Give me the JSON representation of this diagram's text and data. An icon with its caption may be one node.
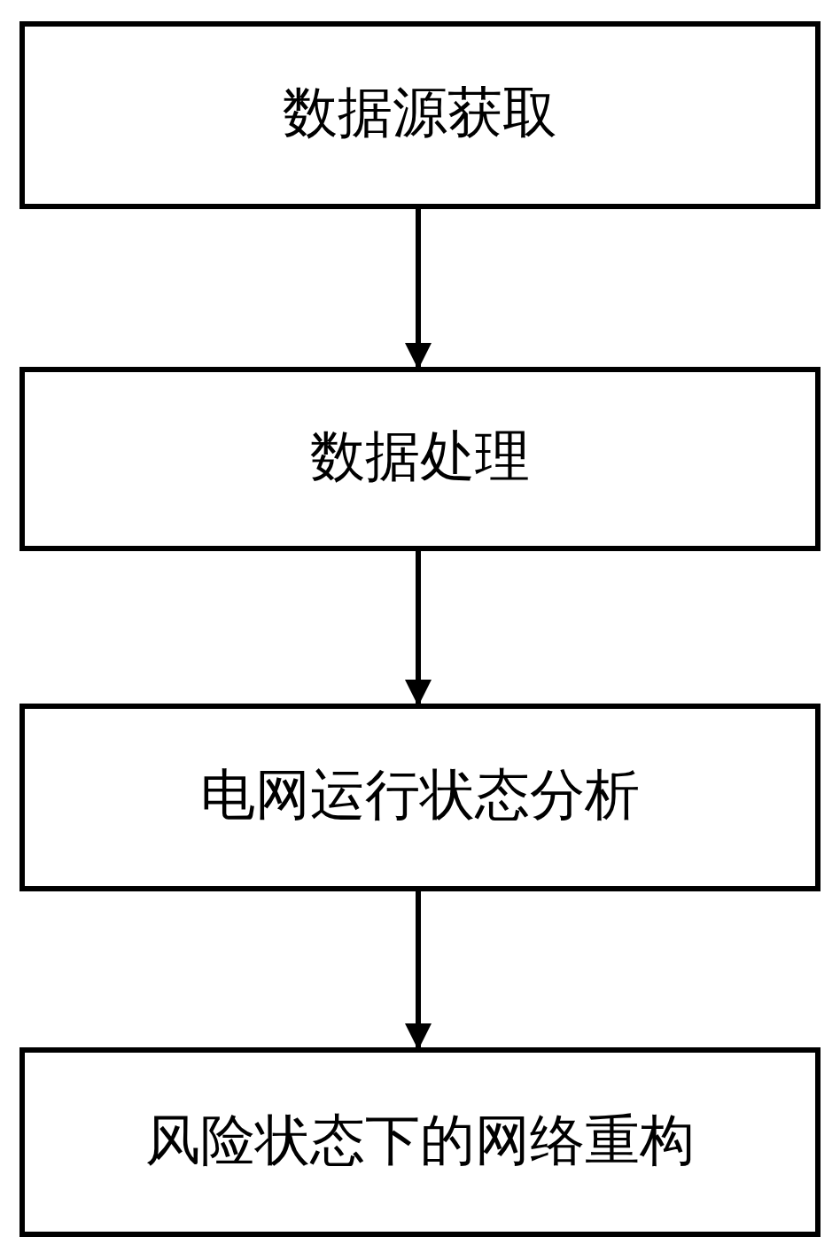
{
  "diagram": {
    "nodes": [
      {
        "text": [
          "数据源获取"
        ]
      },
      {
        "text": [
          "数据处理"
        ]
      },
      {
        "text": [
          "电网运行状态分析"
        ]
      },
      {
        "text": [
          "风险状态下的网络重构"
        ]
      }
    ],
    "edges": [
      {
        "from": 0,
        "to": 1,
        "arrow": "to"
      },
      {
        "from": 1,
        "to": 2,
        "arrow": "to"
      },
      {
        "from": 2,
        "to": 3,
        "arrow": "to"
      }
    ]
  }
}
